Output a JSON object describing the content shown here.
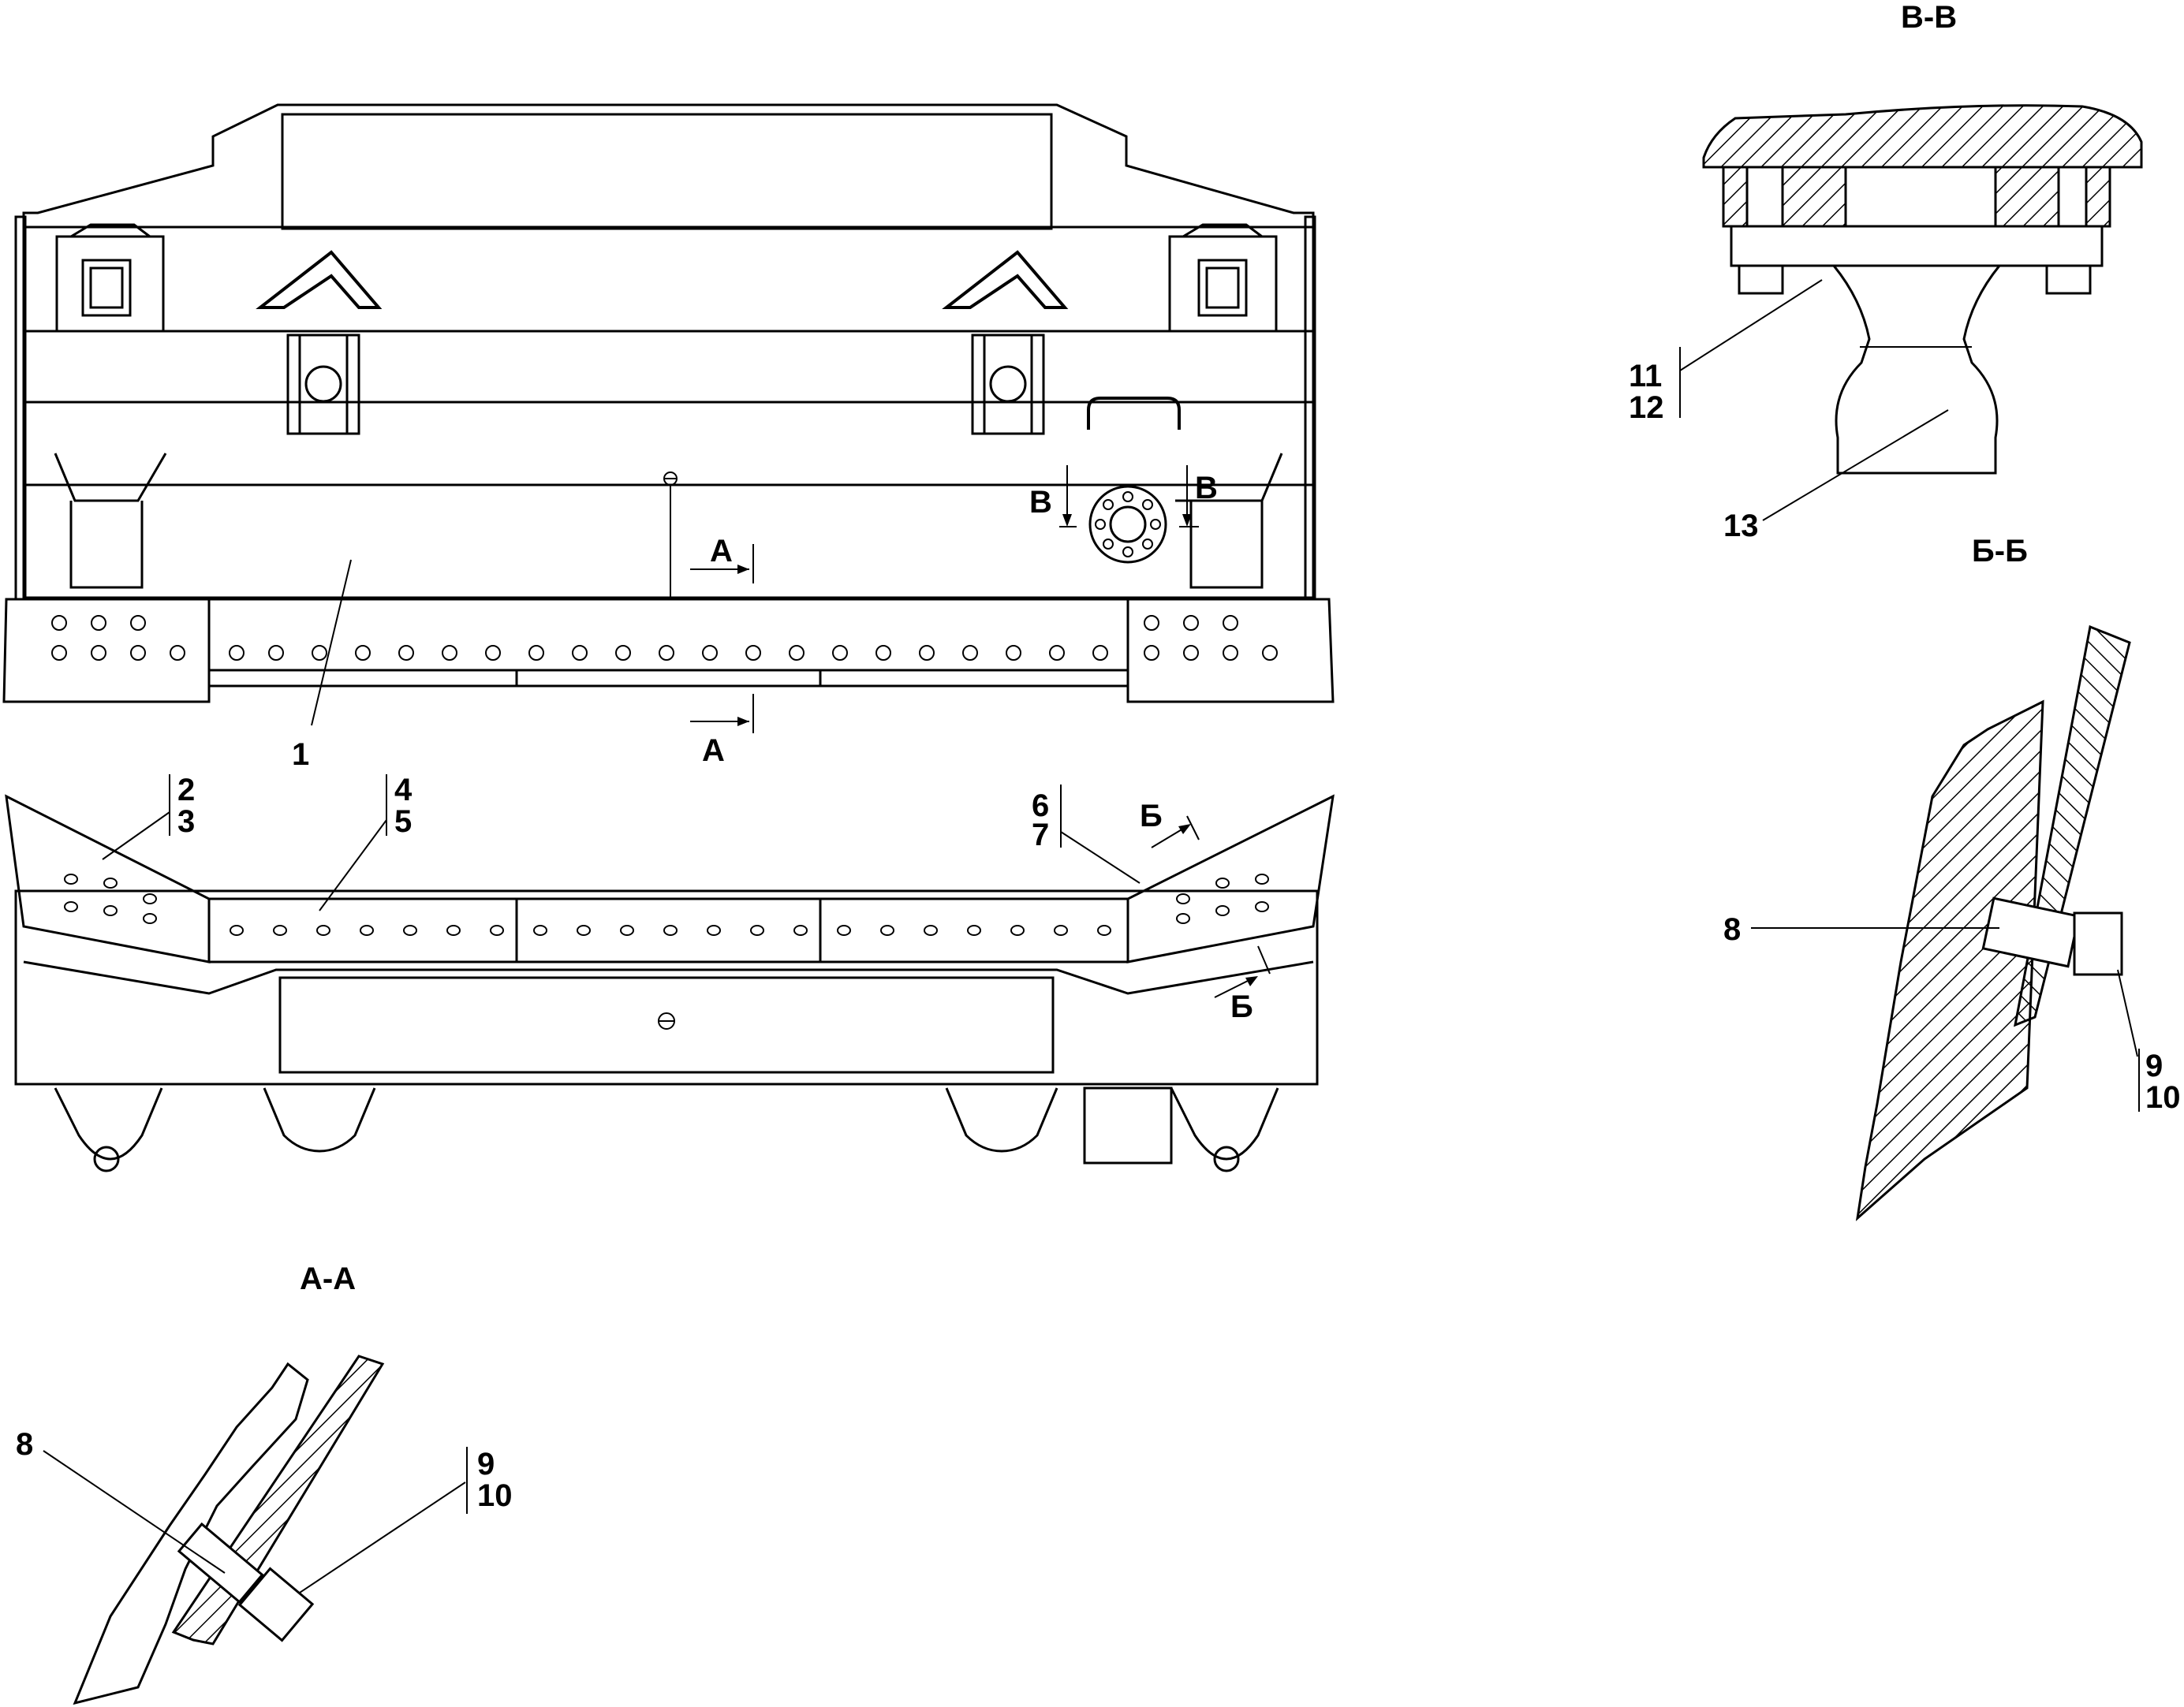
{
  "section_titles": {
    "vv": "В-В",
    "bb": "Б-Б",
    "aa": "А-А"
  },
  "cut_marks": {
    "a_top": "А",
    "a_bottom": "А",
    "v_left": "В",
    "v_right": "В",
    "b_top": "Б",
    "b_bottom": "Б"
  },
  "callouts": {
    "p1": "1",
    "p2": "2",
    "p3": "3",
    "p4": "4",
    "p5": "5",
    "p6": "6",
    "p7": "7",
    "p8_bb": "8",
    "p9_bb": "9",
    "p10_bb": "10",
    "p11": "11",
    "p12": "12",
    "p13": "13",
    "p8_aa": "8",
    "p9_aa": "9",
    "p10_aa": "10"
  }
}
